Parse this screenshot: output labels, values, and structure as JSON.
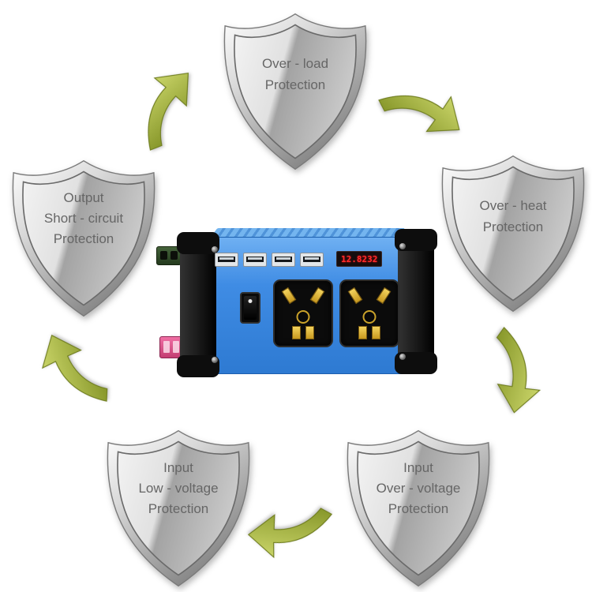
{
  "diagram": {
    "shields": [
      {
        "id": "over-load",
        "lines": [
          "Over - load",
          "Protection"
        ]
      },
      {
        "id": "over-heat",
        "lines": [
          "Over - heat",
          "Protection"
        ]
      },
      {
        "id": "input-over-voltage",
        "lines": [
          "Input",
          "Over - voltage",
          "Protection"
        ]
      },
      {
        "id": "input-low-voltage",
        "lines": [
          "Input",
          "Low - voltage",
          "Protection"
        ]
      },
      {
        "id": "output-short-circuit",
        "lines": [
          "Output",
          "Short - circuit",
          "Protection"
        ]
      }
    ],
    "colors": {
      "arrow_green": "#9cae36",
      "shield_text": "#666666",
      "inverter_blue": "#3b8ae6",
      "display_red": "#ff2d2d"
    }
  },
  "device": {
    "display": {
      "battery_voltage": "12.8",
      "output_voltage": "232"
    }
  }
}
